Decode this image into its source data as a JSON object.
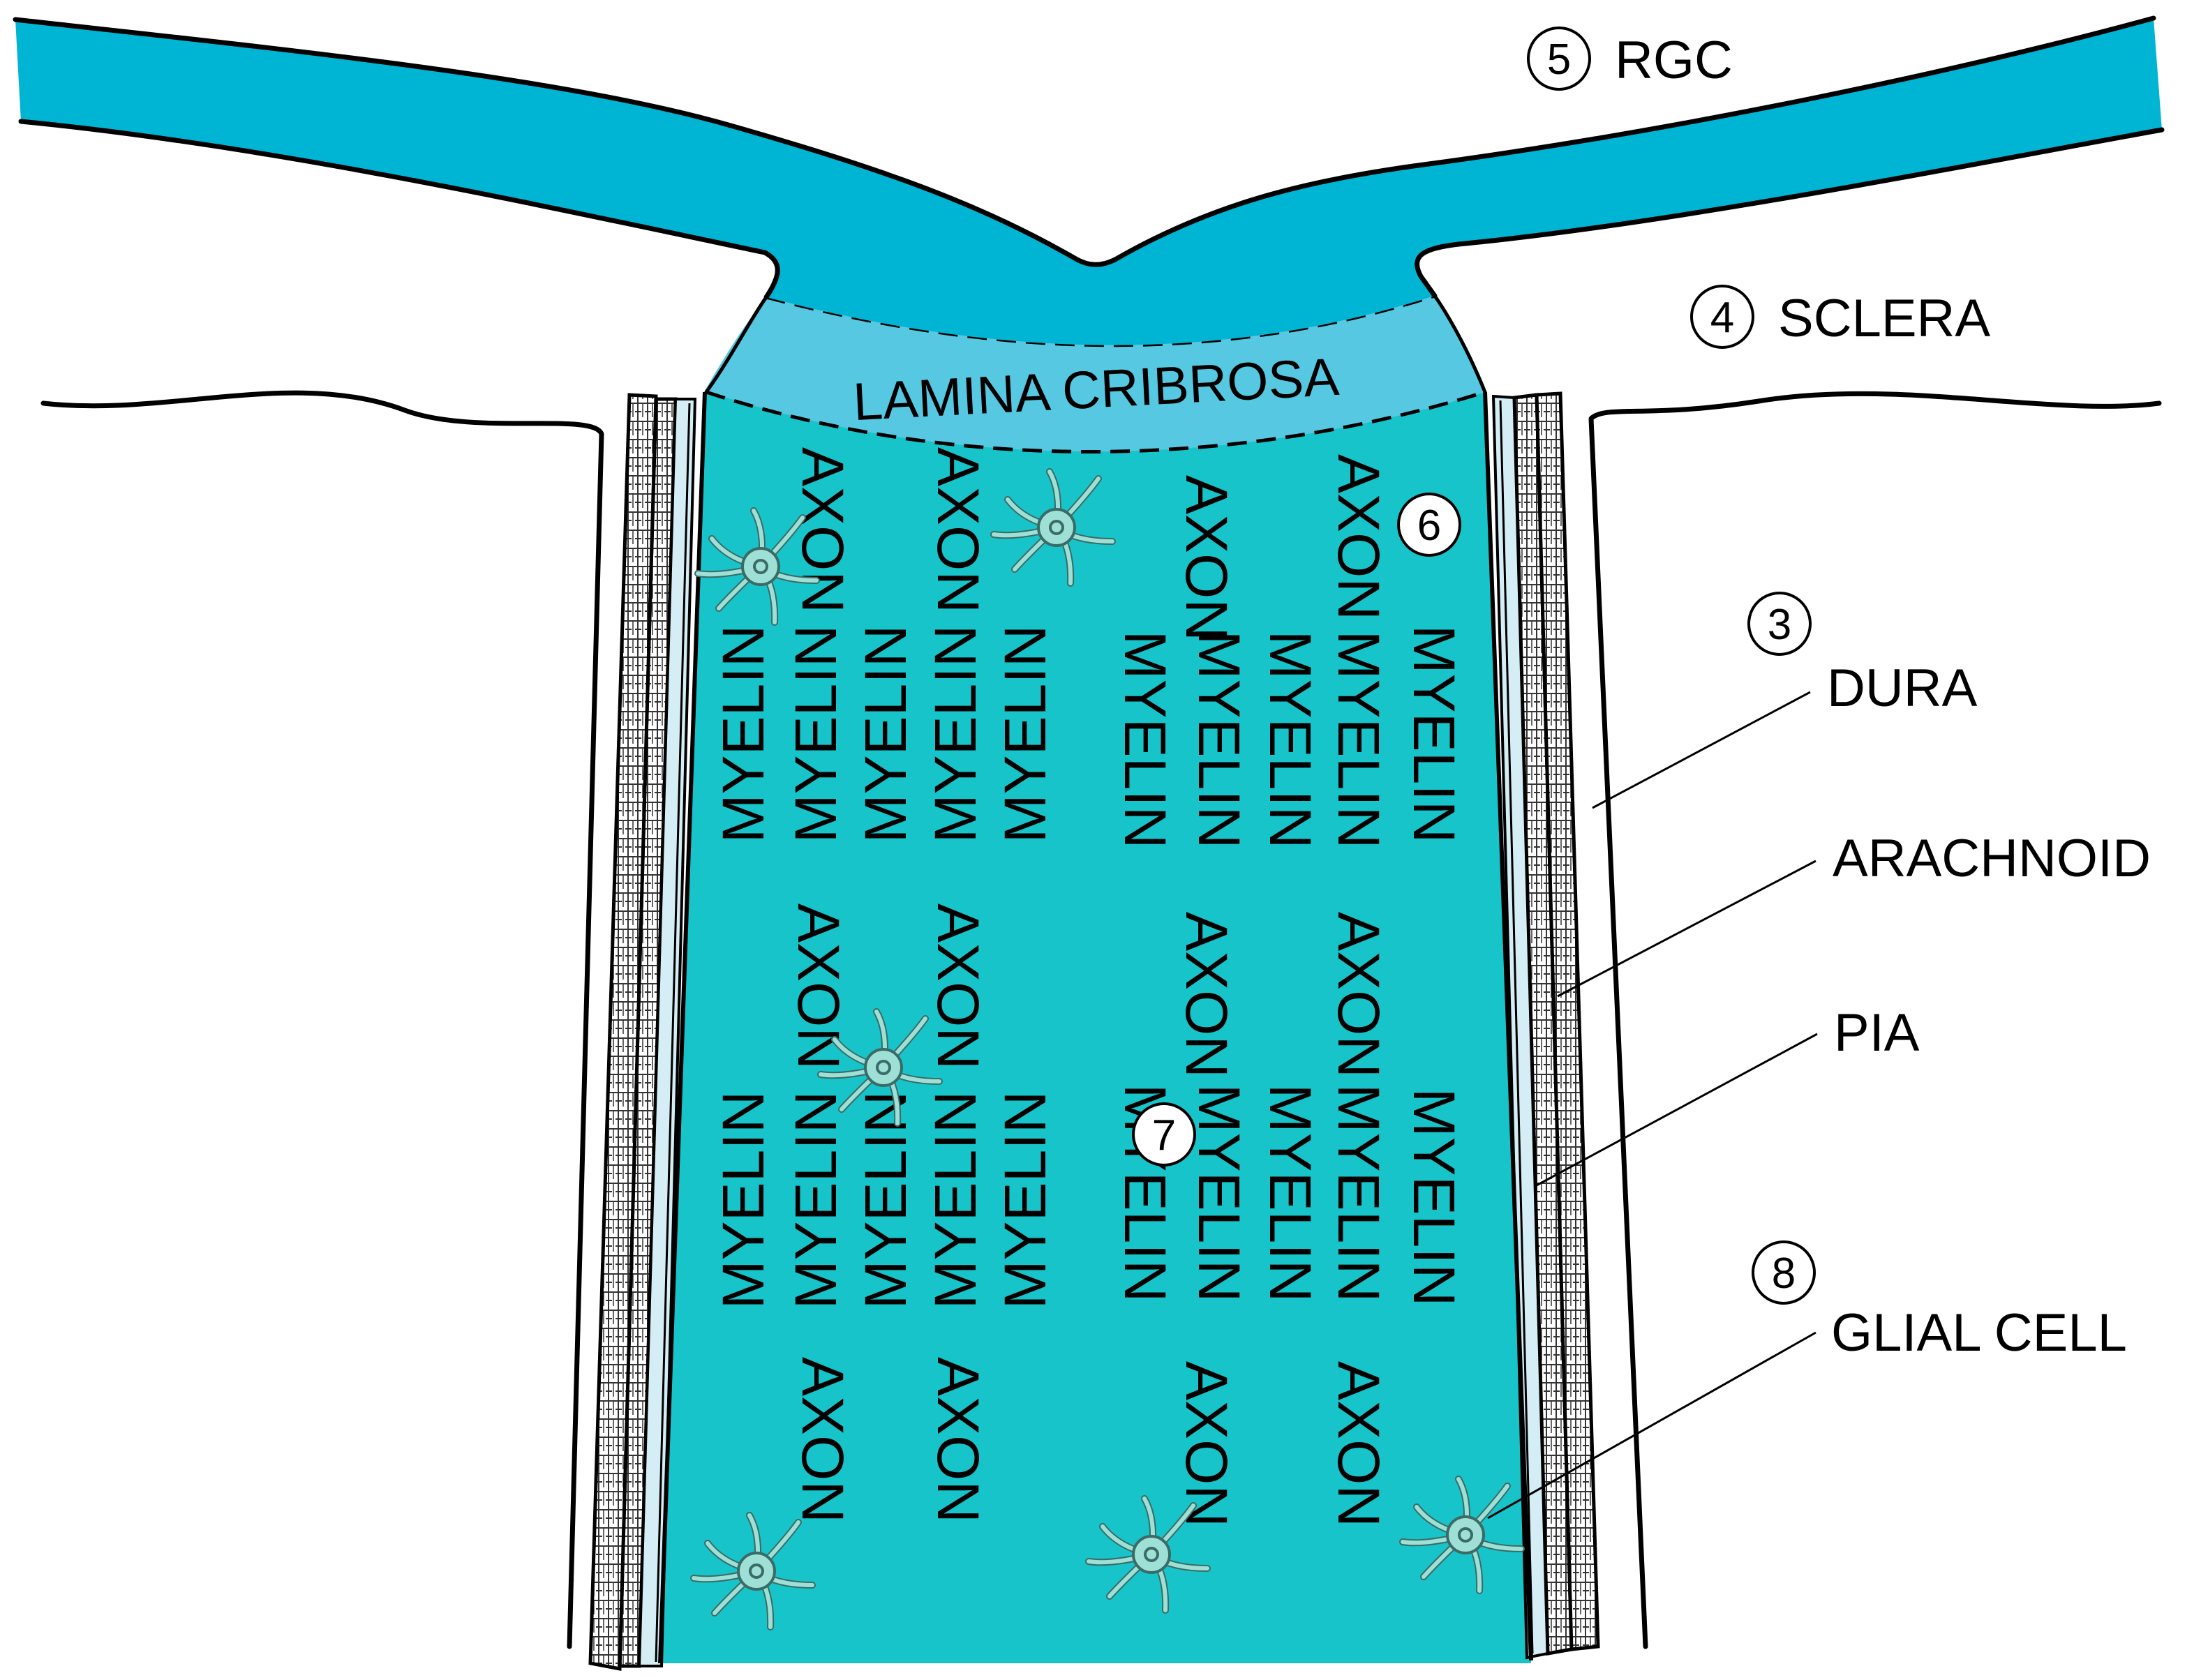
{
  "labels": {
    "rgc": {
      "number": "5",
      "text": "RGC"
    },
    "sclera": {
      "number": "4",
      "text": "SCLERA"
    },
    "dura": {
      "number": "3",
      "text": "DURA"
    },
    "arachnoid": {
      "text": "ARACHNOID"
    },
    "pia": {
      "text": "PIA"
    },
    "glial_cell": {
      "number": "8",
      "text": "GLIAL CELL"
    },
    "lamina_cribrosa": "LAMINA CRIBROSA",
    "marker_6": "6",
    "marker_7": "7"
  },
  "inner": {
    "axon": "AXON",
    "myelin": "MYELIN"
  },
  "colors": {
    "rgc_layer": "#00B5D4",
    "lamina_cribrosa": "#56C8E2",
    "optic_nerve": "#17C4C9",
    "pia": "#D5EEF5",
    "glial_cell": "#9EE0D6",
    "outline": "#000000"
  }
}
